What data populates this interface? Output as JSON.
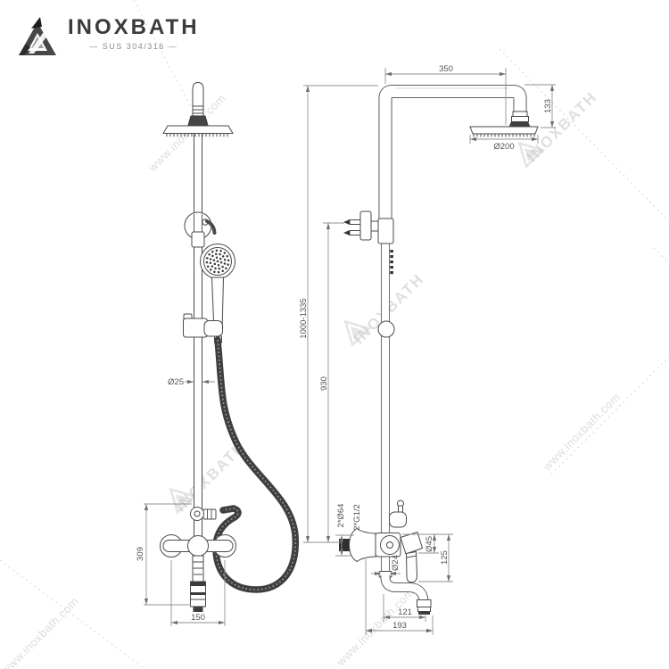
{
  "brand": {
    "name": "INOXBATH",
    "subtitle": "— SUS 304/316 —"
  },
  "watermark": {
    "url": "www.inoxbath.com",
    "brand": "INOXBATH"
  },
  "views": {
    "front": {
      "dims": {
        "pipe_diameter": "Ø25",
        "faucet_height": "309",
        "handle_spacing": "150"
      }
    },
    "side": {
      "dims": {
        "arm_reach": "350",
        "head_offset": "133",
        "head_diameter": "Ø200",
        "total_height": "1000-1335",
        "column_height": "930",
        "flange_diameter": "2*Ø64",
        "inlet_thread": "2*G1/2",
        "handle_escutcheon": "Ø45",
        "handle_drop": "125",
        "pipe_diameter": "Ø24",
        "spout_reach": "121",
        "total_reach": "193"
      }
    }
  },
  "colors": {
    "outline": "#4a4a4a",
    "dark_fill": "#2f2f2f",
    "dimension_line": "#929292",
    "dimension_text": "#555555",
    "watermark": "#c8c8c8",
    "brand_text": "#3b3b3b"
  }
}
